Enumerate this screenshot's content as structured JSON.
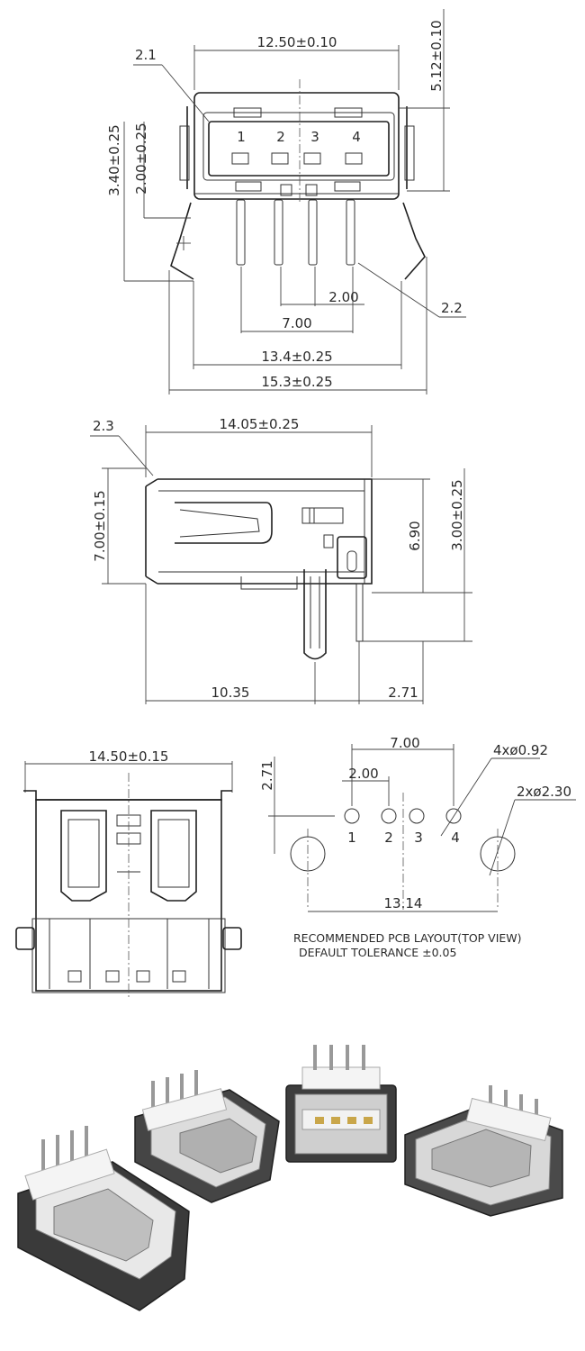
{
  "front_view": {
    "width_top": "12.50±0.10",
    "height_right": "5.12±0.10",
    "callout_top_left": "2.1",
    "height_left_outer": "3.40±0.25",
    "height_left_inner": "2.00±0.25",
    "pin_labels": [
      "1",
      "2",
      "3",
      "4"
    ],
    "pin_pitch": "2.00",
    "callout_pin": "2.2",
    "pin_span": "7.00",
    "leg_span_inner": "13.4±0.25",
    "leg_span_outer": "15.3±0.25"
  },
  "side_view": {
    "callout": "2.3",
    "length_top": "14.05±0.25",
    "height_left": "7.00±0.15",
    "height_right_inner": "6.90",
    "height_right_outer": "3.00±0.25",
    "length_bottom_left": "10.35",
    "length_bottom_right": "2.71"
  },
  "top_view": {
    "width": "14.50±0.15"
  },
  "pcb_layout": {
    "span_top": "7.00",
    "pitch": "2.00",
    "vertical_offset": "2.71",
    "small_holes": "4xø0.92",
    "large_holes": "2xø2.30",
    "pin_labels": [
      "1",
      "2",
      "3",
      "4"
    ],
    "hole_span": "13.14",
    "note_line1": "RECOMMENDED PCB LAYOUT(TOP VIEW)",
    "note_line2": "DEFAULT TOLERANCE ±0.05"
  }
}
